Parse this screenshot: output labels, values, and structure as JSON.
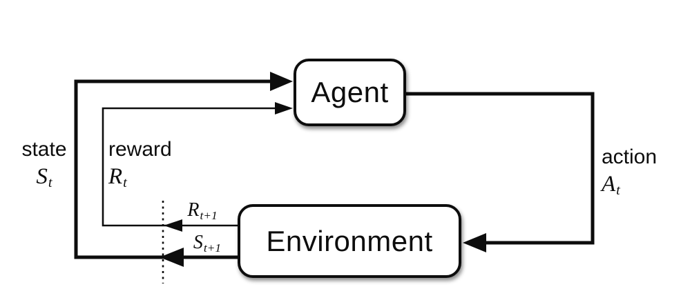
{
  "diagram": {
    "agent_label": "Agent",
    "environment_label": "Environment",
    "state": {
      "word": "state",
      "symbol": "S",
      "subscript": "t"
    },
    "reward": {
      "word": "reward",
      "symbol": "R",
      "subscript": "t"
    },
    "action": {
      "word": "action",
      "symbol": "A",
      "subscript": "t"
    },
    "next_reward": {
      "symbol": "R",
      "subscript": "t+1"
    },
    "next_state": {
      "symbol": "S",
      "subscript": "t+1"
    },
    "colors": {
      "line": "#0d0d0d",
      "box_fill": "#ffffff",
      "background": "#ffffff"
    }
  }
}
